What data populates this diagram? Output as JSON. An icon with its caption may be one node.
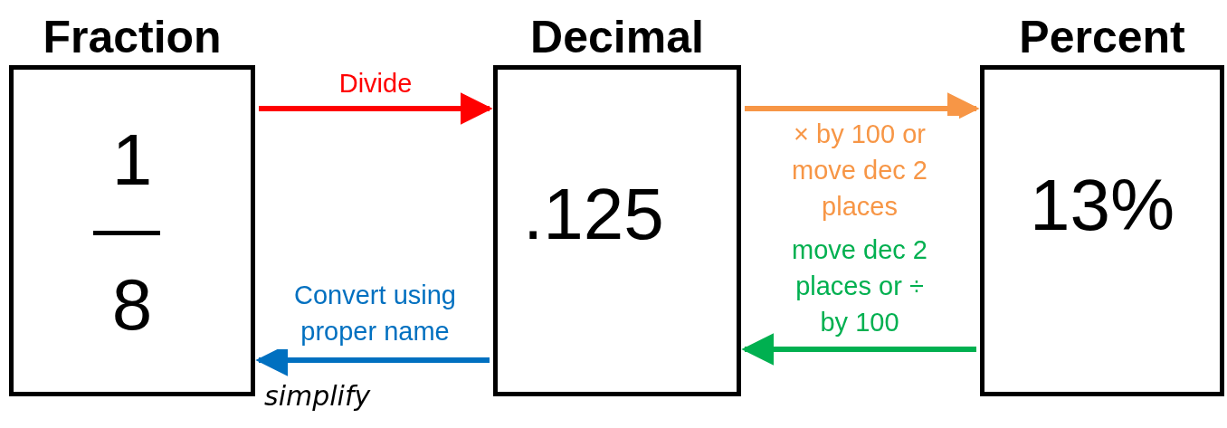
{
  "diagram": {
    "nodes": [
      {
        "text": [
          "Fraction",
          "1",
          "8"
        ]
      },
      {
        "text": [
          "Decimal",
          ".125"
        ]
      },
      {
        "text": [
          "Percent",
          "13%"
        ]
      }
    ],
    "edges": [
      {
        "from": 0,
        "to": 1,
        "arrow": "to",
        "label": "Divide",
        "color": "#ff0000"
      },
      {
        "from": 1,
        "to": 2,
        "arrow": "to",
        "label": "× by 100 or move dec 2 places",
        "color": "#f79646"
      },
      {
        "from": 2,
        "to": 1,
        "arrow": "to",
        "label": "move dec 2 places or ÷ by 100",
        "color": "#00b050"
      },
      {
        "from": 1,
        "to": 0,
        "arrow": "to",
        "label": "Convert using proper name",
        "color": "#0070c0"
      }
    ],
    "labels": [
      "simplify"
    ]
  }
}
